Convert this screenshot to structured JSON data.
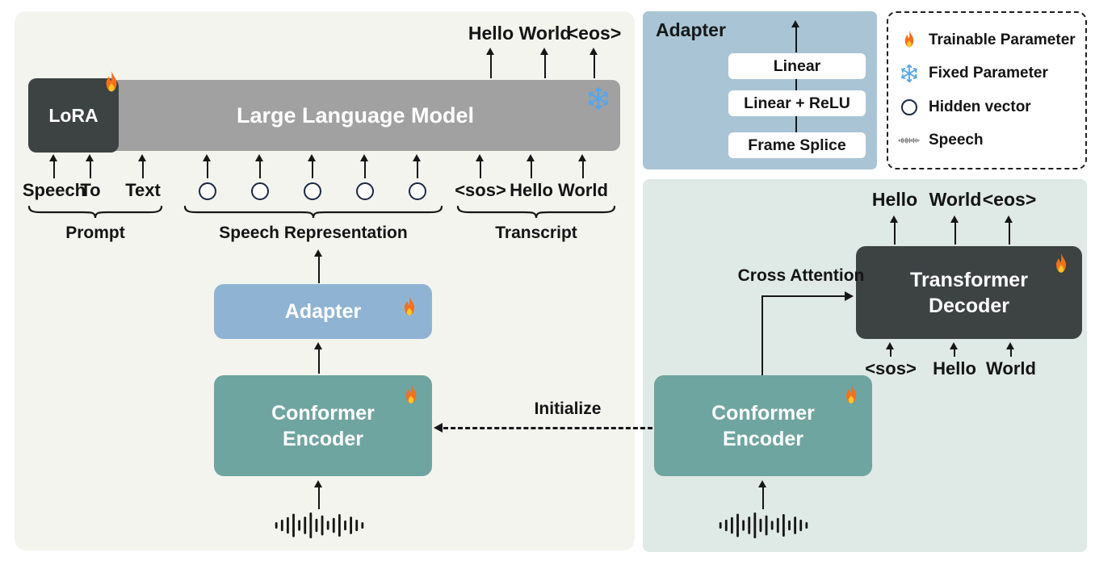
{
  "colors": {
    "canvas_bg": "#ffffff",
    "left_panel_bg": "#f4f4ee",
    "adapter_panel_bg": "#a9c5d5",
    "decoder_panel_bg": "#dfe9e5",
    "llm_box": "#a1a1a1",
    "dark_box": "#3d4243",
    "adapter_box": "#8fb4d3",
    "encoder_box": "#6fa5a0",
    "layer_box": "#ffffff",
    "arrow": "#161616",
    "text": "#141414",
    "box_text": "#ffffff",
    "hidden_vector_stroke": "#1b2844",
    "snowflake": "#57a6e8",
    "flame_outer": "#f3701d",
    "flame_inner": "#ffc62a"
  },
  "left_panel": {
    "output_tokens": [
      "Hello",
      "World",
      "<eos>"
    ],
    "llm_label": "Large Language Model",
    "lora_label": "LoRA",
    "prompt_tokens": [
      "Speech",
      "To",
      "Text"
    ],
    "transcript_tokens": [
      "<sos>",
      "Hello",
      "World"
    ],
    "brace_labels": {
      "prompt": "Prompt",
      "speech": "Speech Representation",
      "transcript": "Transcript"
    },
    "adapter_label": "Adapter",
    "encoder_line1": "Conformer",
    "encoder_line2": "Encoder"
  },
  "adapter_detail": {
    "title": "Adapter",
    "layers": [
      "Linear",
      "Linear + ReLU",
      "Frame Splice"
    ]
  },
  "legend": {
    "items": [
      {
        "icon": "flame-icon",
        "label": "Trainable Parameter"
      },
      {
        "icon": "snowflake-icon",
        "label": "Fixed Parameter"
      },
      {
        "icon": "circle-outline-icon",
        "label": "Hidden vector"
      },
      {
        "icon": "waveform-icon",
        "label": "Speech"
      }
    ]
  },
  "decoder_panel": {
    "output_tokens": [
      "Hello",
      "World",
      "<eos>"
    ],
    "decoder_line1": "Transformer",
    "decoder_line2": "Decoder",
    "cross_attention_label": "Cross Attention",
    "input_tokens": [
      "<sos>",
      "Hello",
      "World"
    ],
    "encoder_line1": "Conformer",
    "encoder_line2": "Encoder"
  },
  "initialize_label": "Initialize"
}
